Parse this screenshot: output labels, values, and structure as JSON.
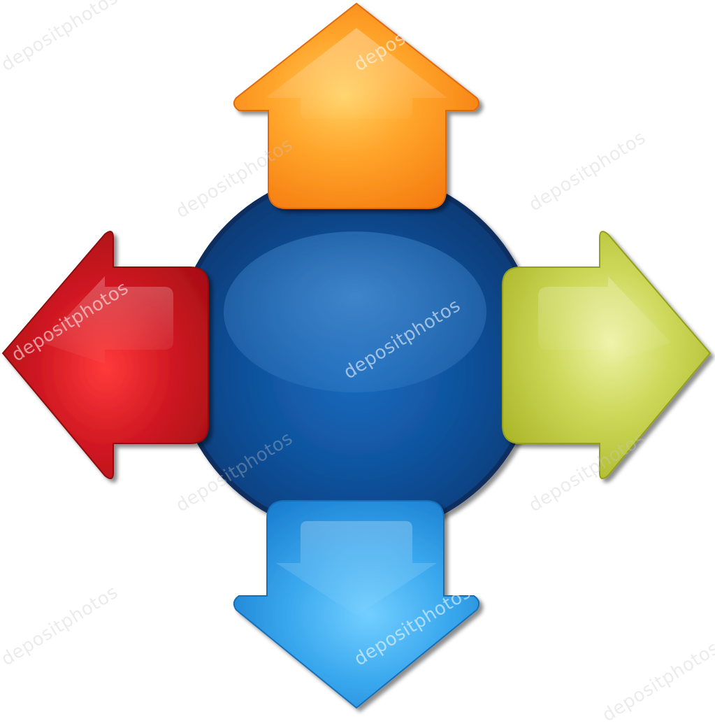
{
  "diagram": {
    "type": "four-way-outward-arrows",
    "center_shape": "circle",
    "center_color": "#0d4b91",
    "arrows": [
      {
        "direction": "up",
        "color": "#f7931e"
      },
      {
        "direction": "left",
        "color": "#c1121f"
      },
      {
        "direction": "right",
        "color": "#b5c42a"
      },
      {
        "direction": "down",
        "color": "#2e9be4"
      }
    ]
  },
  "watermark": {
    "text": "depositphotos"
  }
}
